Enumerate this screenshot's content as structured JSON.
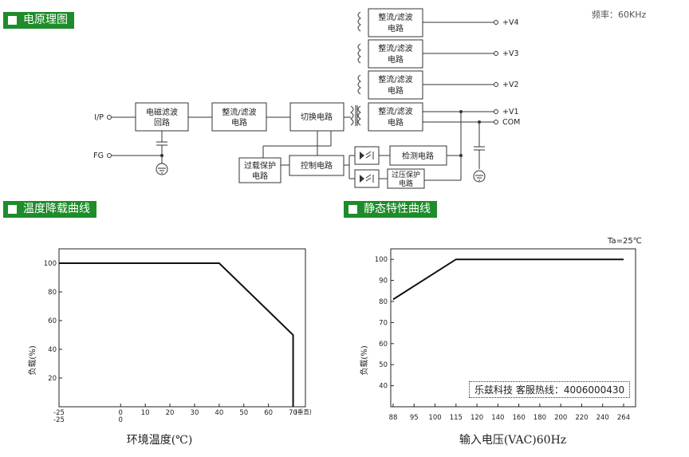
{
  "headers": {
    "schematic": "电原理图",
    "derating": "温度降载曲线",
    "static": "静态特性曲线"
  },
  "frequency": "频率：60KHz",
  "diagram": {
    "input_label": "I/P",
    "fg_label": "FG",
    "emi_filter": [
      "电磁滤波",
      "回路"
    ],
    "rect_filter_1": [
      "整流/滤波",
      "电路"
    ],
    "switching": "切换电路",
    "output_rect": [
      "整流/滤波",
      "电路"
    ],
    "detection": "检测电路",
    "control": "控制电路",
    "overload": [
      "过载保护",
      "电路"
    ],
    "overvoltage": [
      "过压保护",
      "电路"
    ],
    "outputs": [
      "+V4",
      "+V3",
      "+V2",
      "+V1",
      "COM"
    ]
  },
  "chart_data": [
    {
      "type": "line",
      "title": "",
      "xlabel": "环境温度(℃)",
      "ylabel": "负载(%)",
      "x_axis_note": "(垂直)",
      "x": [
        -25,
        40,
        70,
        70
      ],
      "y": [
        100,
        100,
        50,
        0
      ],
      "xlim": [
        -25,
        75
      ],
      "ylim": [
        0,
        110
      ],
      "x_ticks": [
        "-25\n-25",
        "0\n0",
        "10",
        "20",
        "30",
        "40",
        "50",
        "60",
        "70"
      ],
      "y_ticks": [
        20,
        40,
        60,
        80,
        100
      ],
      "grid": false
    },
    {
      "type": "line",
      "title": "",
      "xlabel": "输入电压(VAC)60Hz",
      "ylabel": "负载(%)",
      "annotation": "Ta=25℃",
      "x_categories": [
        "88",
        "95",
        "100",
        "115",
        "120",
        "140",
        "160",
        "180",
        "200",
        "220",
        "240",
        "264"
      ],
      "points": [
        [
          88,
          81
        ],
        [
          115,
          100
        ],
        [
          264,
          100
        ]
      ],
      "ylim": [
        30,
        105
      ],
      "y_ticks": [
        40,
        50,
        60,
        70,
        80,
        90,
        100
      ],
      "grid": false
    }
  ],
  "watermark": "乐兹科技 客服热线：4006000430"
}
